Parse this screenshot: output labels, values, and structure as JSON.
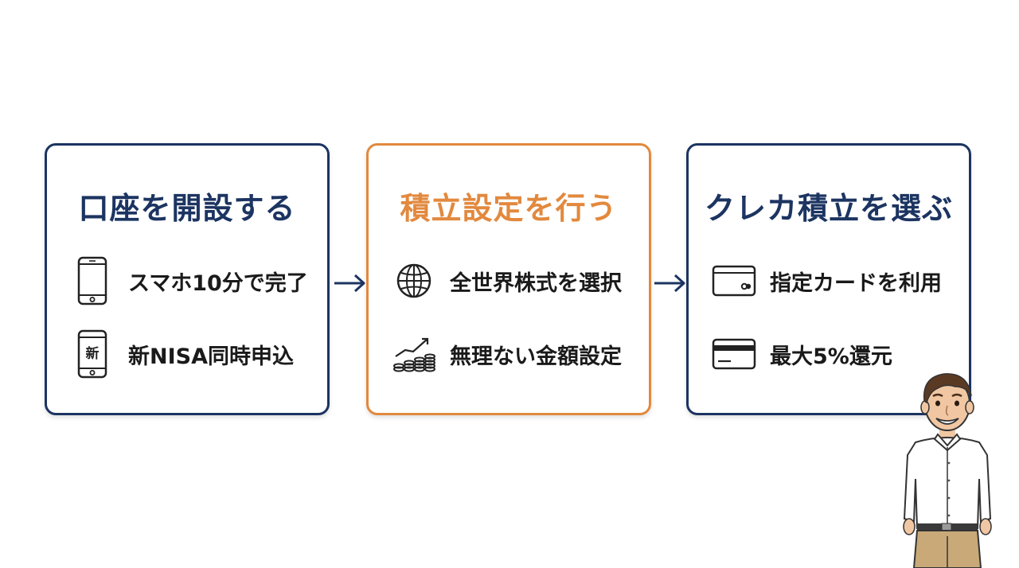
{
  "steps": [
    {
      "title": "口座を開設する",
      "items": [
        {
          "icon": "smartphone-icon",
          "label": "スマホ10分で完了"
        },
        {
          "icon": "smartphone-new-icon",
          "icon_text": "新",
          "label": "新NISA同時申込"
        }
      ]
    },
    {
      "title": "積立設定を行う",
      "items": [
        {
          "icon": "globe-icon",
          "label": "全世界株式を選択"
        },
        {
          "icon": "coins-growth-icon",
          "label": "無理ない金額設定"
        }
      ]
    },
    {
      "title": "クレカ積立を選ぶ",
      "items": [
        {
          "icon": "credit-card-icon",
          "label": "指定カードを利用"
        },
        {
          "icon": "card-stripe-icon",
          "label": "最大5%還元"
        }
      ]
    }
  ],
  "colors": {
    "primary": "#1c3461",
    "accent": "#e2893e",
    "text": "#1a1a1a"
  }
}
